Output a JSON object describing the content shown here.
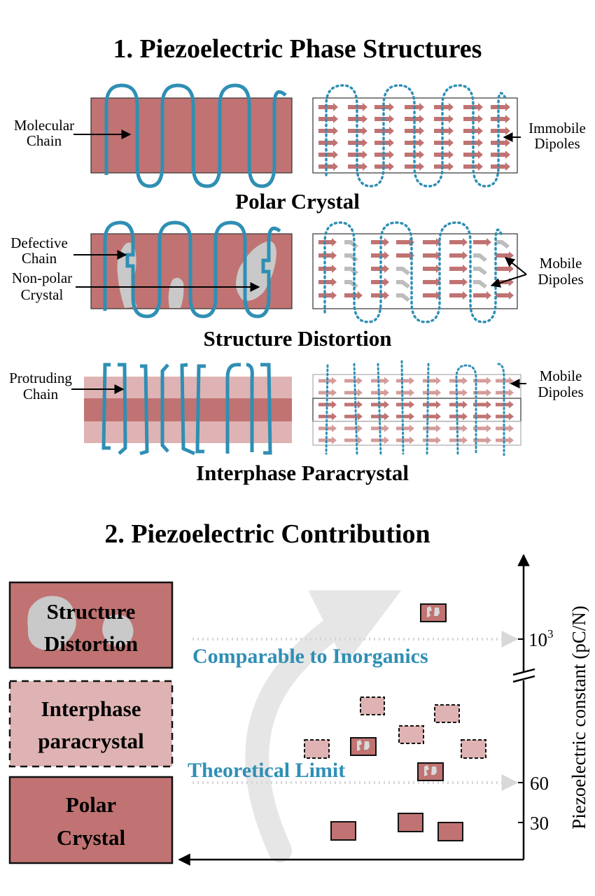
{
  "section1": {
    "title": "1. Piezoelectric Phase Structures",
    "polar": {
      "caption": "Polar Crystal",
      "left_label": [
        "Molecular",
        "Chain"
      ],
      "right_label": [
        "Immobile",
        "Dipoles"
      ]
    },
    "distortion": {
      "caption": "Structure Distortion",
      "left_label_1": [
        "Defective",
        "Chain"
      ],
      "left_label_2": [
        "Non-polar",
        "Crystal"
      ],
      "right_label": [
        "Mobile",
        "Dipoles"
      ]
    },
    "interphase": {
      "caption": "Interphase Paracrystal",
      "left_label": [
        "Protruding",
        "Chain"
      ],
      "right_label": [
        "Mobile",
        "Dipoles"
      ]
    }
  },
  "section2": {
    "title": "2. Piezoelectric Contribution",
    "boxes": [
      {
        "lines": [
          "Structure",
          "Distortion"
        ]
      },
      {
        "lines": [
          "Interphase",
          "paracrystal"
        ]
      },
      {
        "lines": [
          "Polar",
          "Crystal"
        ]
      }
    ],
    "annotation_inorganic": "Comparable to Inorganics",
    "annotation_limit": "Theoretical Limit",
    "axis_label": "Piezoelectric constant (pC/N)",
    "tick_30": "30",
    "tick_60": "60",
    "tick_1000_base": "10",
    "tick_1000_exp": "3"
  },
  "colors": {
    "crystal": "#c07372",
    "light_crystal": "#dfb3b3",
    "chain": "#2f8fb4",
    "dipole": "#c07372",
    "mobile_dipole": "#bdbdbd",
    "amorphous": "#c9c9c9",
    "annotation": "#2e8fb5"
  }
}
